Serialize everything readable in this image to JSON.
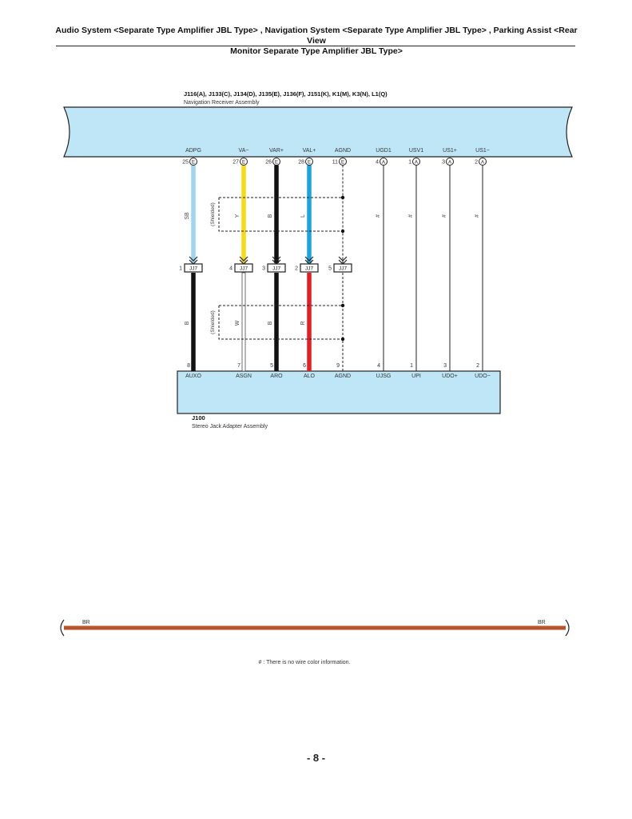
{
  "header": {
    "title_line1": "Audio System <Separate Type Amplifier JBL Type> , Navigation System <Separate Type Amplifier JBL Type> , Parking Assist <Rear View",
    "title_line2": "Monitor Separate Type Amplifier JBL Type>"
  },
  "top_component": {
    "connectors": "J116(A), J133(C), J134(D), J135(E), J136(F), J151(K), K1(M), K3(N), L1(Q)",
    "name": "Navigation Receiver Assembly"
  },
  "bottom_component": {
    "id": "J100",
    "name": "Stereo Jack Adapter Assembly"
  },
  "circuits": [
    {
      "top_term": "ADPG",
      "top_pin": "25",
      "top_conn": "E",
      "upper_color": "SB",
      "junction_pin": "1",
      "junction": "JJ7",
      "lower_color": "B",
      "bottom_pin": "8",
      "bottom_term": "AUXO",
      "upper_hex": "#9fd3f2",
      "lower_hex": "#111111",
      "upper_w": "thick",
      "lower_w": "thick"
    },
    {
      "top_term": "VA−",
      "top_pin": "27",
      "top_conn": "E",
      "upper_color": "Y",
      "junction_pin": "4",
      "junction": "JJ7",
      "lower_color": "W",
      "bottom_pin": "7",
      "bottom_term": "ASGN",
      "upper_hex": "#f5dc10",
      "lower_hex": "#ffffff",
      "upper_w": "thick",
      "lower_w": "thin_white"
    },
    {
      "top_term": "VAR+",
      "top_pin": "26",
      "top_conn": "E",
      "upper_color": "B",
      "junction_pin": "3",
      "junction": "JJ7",
      "lower_color": "B",
      "bottom_pin": "5",
      "bottom_term": "ARO",
      "upper_hex": "#111111",
      "lower_hex": "#111111",
      "upper_w": "thick",
      "lower_w": "thick"
    },
    {
      "top_term": "VAL+",
      "top_pin": "28",
      "top_conn": "E",
      "upper_color": "L",
      "junction_pin": "2",
      "junction": "JJ7",
      "lower_color": "R",
      "bottom_pin": "6",
      "bottom_term": "ALO",
      "upper_hex": "#1aa3de",
      "lower_hex": "#e31e24",
      "upper_w": "thick",
      "lower_w": "thick"
    },
    {
      "top_term": "AGND",
      "top_pin": "11",
      "top_conn": "E",
      "upper_color": "",
      "junction_pin": "5",
      "junction": "JJ7",
      "lower_color": "",
      "bottom_pin": "9",
      "bottom_term": "AGND",
      "upper_hex": "#111111",
      "lower_hex": "#111111",
      "upper_w": "dashed",
      "lower_w": "dashed"
    }
  ],
  "direct_circuits": [
    {
      "top_term": "UGD1",
      "top_pin": "4",
      "top_conn": "A",
      "color": "#",
      "bottom_pin": "4",
      "bottom_term": "UJSG"
    },
    {
      "top_term": "USV1",
      "top_pin": "1",
      "top_conn": "A",
      "color": "#",
      "bottom_pin": "1",
      "bottom_term": "UPI"
    },
    {
      "top_term": "US1+",
      "top_pin": "3",
      "top_conn": "A",
      "color": "#",
      "bottom_pin": "3",
      "bottom_term": "UDO+"
    },
    {
      "top_term": "US1−",
      "top_pin": "2",
      "top_conn": "A",
      "color": "#",
      "bottom_pin": "2",
      "bottom_term": "UDO−"
    }
  ],
  "shield_label": "(Shielded)",
  "ground_wire": {
    "left_label": "BR",
    "right_label": "BR",
    "color_hex": "#b5562a"
  },
  "legend": "# : There is no wire color information.",
  "page_number": "- 8 -",
  "colors": {
    "module_fill": "#bfe6f7",
    "outline": "#222222"
  }
}
